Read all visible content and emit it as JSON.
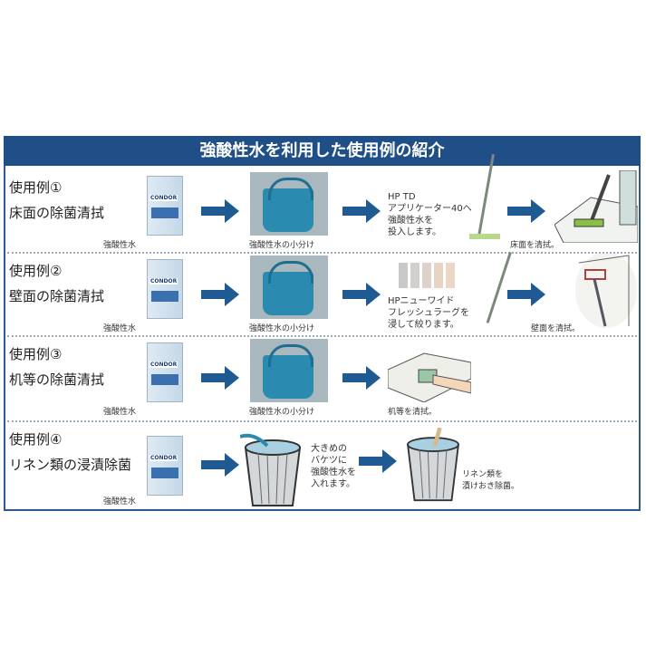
{
  "header": {
    "title": "強酸性水を利用した使用例の紹介"
  },
  "brand": "CONDOR",
  "colors": {
    "header": "#1f4f86",
    "arrow": "#1f5a93",
    "bucket": "#2a8ab0"
  },
  "rows": [
    {
      "label": "使用例①",
      "title": "床面の除菌清拭",
      "product_caption": "強酸性水",
      "bucket_caption": "強酸性水の小分け",
      "step3": [
        "HP TD",
        "アプリケーター40へ",
        "強酸性水を",
        "投入します。"
      ],
      "final_caption": "床面を清拭。"
    },
    {
      "label": "使用例②",
      "title": "壁面の除菌清拭",
      "product_caption": "強酸性水",
      "bucket_caption": "強酸性水の小分け",
      "step3": [
        "HPニューワイド",
        "フレッシュラーグを",
        "浸して絞ります。"
      ],
      "final_caption": "壁面を清拭。"
    },
    {
      "label": "使用例③",
      "title": "机等の除菌清拭",
      "product_caption": "強酸性水",
      "bucket_caption": "強酸性水の小分け",
      "final_caption": "机等を清拭。"
    },
    {
      "label": "使用例④",
      "title": "リネン類の浸漬除菌",
      "product_caption": "強酸性水",
      "step2": [
        "大きめの",
        "バケツに",
        "強酸性水を",
        "入れます。"
      ],
      "final": [
        "リネン類を",
        "漬けおき除菌。"
      ]
    }
  ]
}
